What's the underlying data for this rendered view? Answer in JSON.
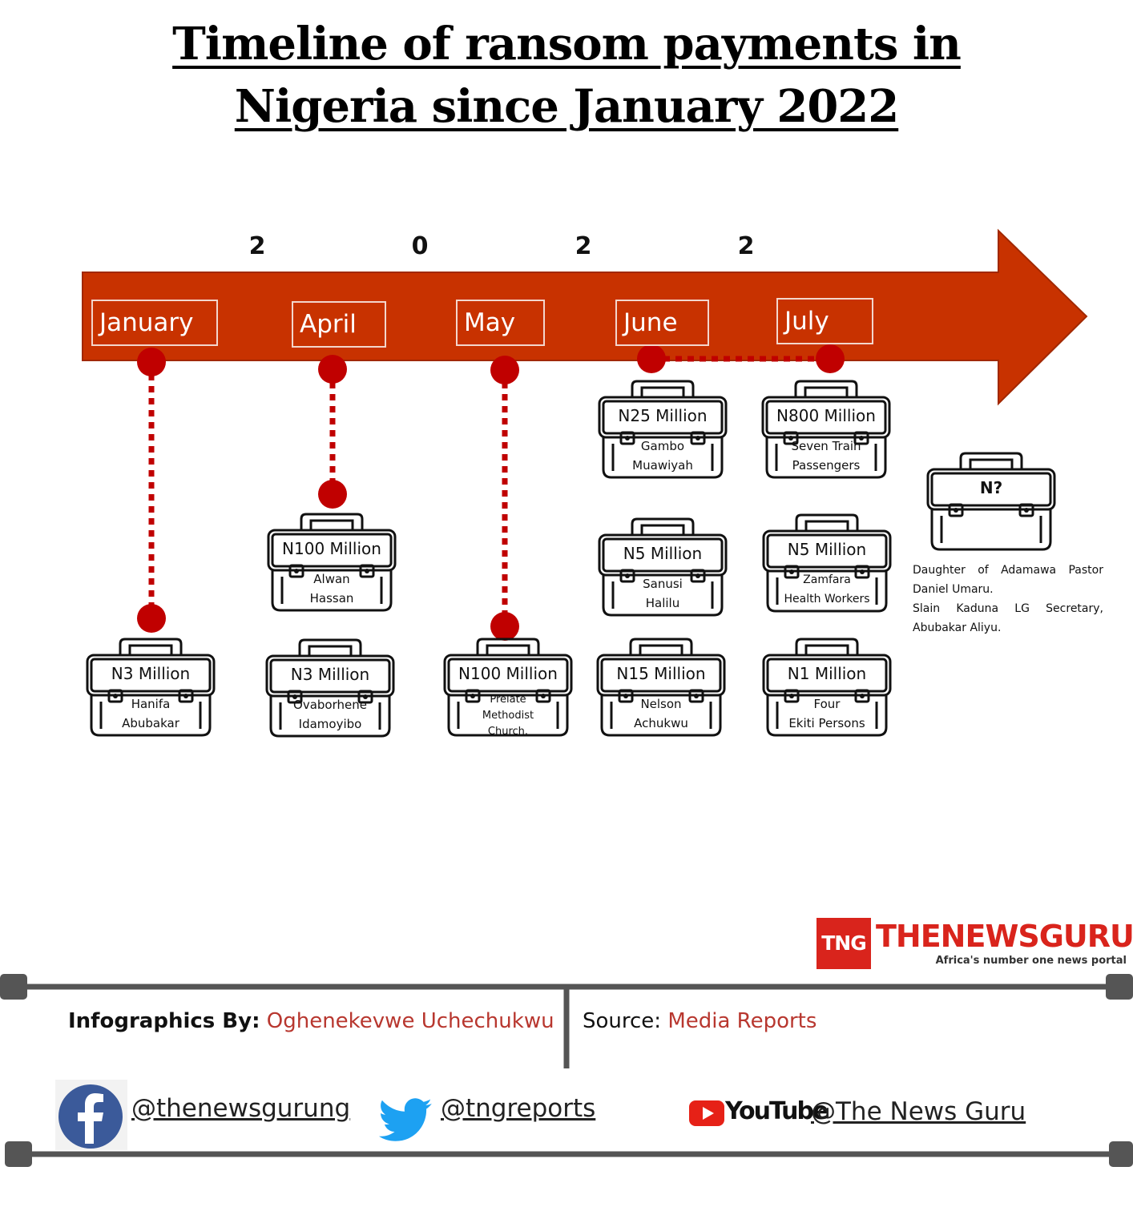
{
  "title": {
    "line1": "Timeline of ransom payments in",
    "line2": "Nigeria since January 2022"
  },
  "year_digits": [
    "2",
    "0",
    "2",
    "2"
  ],
  "months": [
    "January",
    "April",
    "May",
    "June",
    "July"
  ],
  "colors": {
    "arrow": "#c83200",
    "connector": "#c00000",
    "accent": "#b8372f",
    "brand": "#d9241c"
  },
  "cases": [
    {
      "amount": "N3 Million",
      "who": [
        "Hanifa",
        "Abubakar"
      ]
    },
    {
      "amount": "N100 Million",
      "who": [
        "Alwan",
        "Hassan"
      ]
    },
    {
      "amount": "N3 Million",
      "who": [
        "Ovaborhene",
        "Idamoyibo"
      ]
    },
    {
      "amount": "N100 Million",
      "who": [
        "Prelate",
        "Methodist",
        "Church."
      ]
    },
    {
      "amount": "N25 Million",
      "who": [
        "Gambo",
        "Muawiyah"
      ]
    },
    {
      "amount": "N5 Million",
      "who": [
        "Sanusi",
        "Halilu"
      ]
    },
    {
      "amount": "N15 Million",
      "who": [
        "Nelson",
        "Achukwu"
      ]
    },
    {
      "amount": "N800 Million",
      "who": [
        "Seven Train",
        "Passengers"
      ]
    },
    {
      "amount": "N5 Million",
      "who": [
        "Zamfara",
        "Health Workers"
      ]
    },
    {
      "amount": "N1 Million",
      "who": [
        "Four",
        "Ekiti Persons"
      ]
    },
    {
      "amount": "N?",
      "who": []
    }
  ],
  "note": {
    "line1": "Daughter of Adamawa Pastor Daniel Umaru.",
    "line2": "Slain Kaduna LG Secretary, Abubakar Aliyu."
  },
  "logo": {
    "badge": "TNG",
    "name": "THENEWSGURU",
    "tagline": "Africa's number one news portal"
  },
  "credits": {
    "by_label": "Infographics By:",
    "by_name": "Oghenekevwe Uchechukwu",
    "source_label": "Source:",
    "source_value": "Media Reports"
  },
  "social": {
    "facebook": "@thenewsgurung",
    "twitter": "@tngreports",
    "youtube_word": "YouTube",
    "youtube": "@The News Guru"
  }
}
